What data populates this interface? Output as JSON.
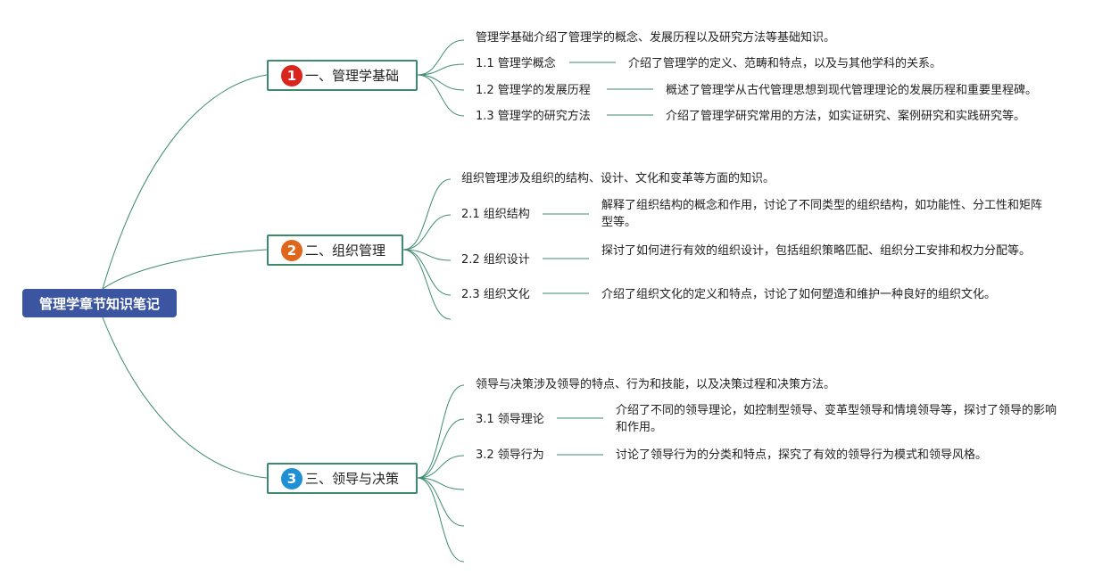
{
  "root": {
    "label": "管理学章节知识笔记",
    "color": "#3b55a0"
  },
  "branches": [
    {
      "number": "1",
      "label": "一、管理学基础",
      "badge_color": "#d9251d",
      "summary": "管理学基础介绍了管理学的概念、发展历程以及研究方法等基础知识。",
      "topics": [
        {
          "title": "1.1 管理学概念",
          "desc": "介绍了管理学的定义、范畴和特点，以及与其他学科的关系。"
        },
        {
          "title": "1.2 管理学的发展历程",
          "desc": "概述了管理学从古代管理思想到现代管理理论的发展历程和重要里程碑。"
        },
        {
          "title": "1.3 管理学的研究方法",
          "desc": "介绍了管理学研究常用的方法，如实证研究、案例研究和实践研究等。"
        }
      ]
    },
    {
      "number": "2",
      "label": "二、组织管理",
      "badge_color": "#e0661c",
      "summary": "组织管理涉及组织的结构、设计、文化和变革等方面的知识。",
      "topics": [
        {
          "title": "2.1 组织结构",
          "desc": "解释了组织结构的概念和作用，讨论了不同类型的组织结构，如功能性、分工性和矩阵型等。"
        },
        {
          "title": "2.2 组织设计",
          "desc": "探讨了如何进行有效的组织设计，包括组织策略匹配、组织分工安排和权力分配等。"
        },
        {
          "title": "2.3 组织文化",
          "desc": "介绍了组织文化的定义和特点，讨论了如何塑造和维护一种良好的组织文化。"
        }
      ]
    },
    {
      "number": "3",
      "label": "三、领导与决策",
      "badge_color": "#1f8fd6",
      "summary": "领导与决策涉及领导的特点、行为和技能，以及决策过程和决策方法。",
      "topics": [
        {
          "title": "3.1 领导理论",
          "desc": "介绍了不同的领导理论，如控制型领导、变革型领导和情境领导等，探讨了领导的影响和作用。"
        },
        {
          "title": "3.2 领导行为",
          "desc": "讨论了领导行为的分类和特点，探究了有效的领导行为模式和领导风格。"
        }
      ]
    }
  ],
  "colors": {
    "line": "#3f8a6f"
  }
}
